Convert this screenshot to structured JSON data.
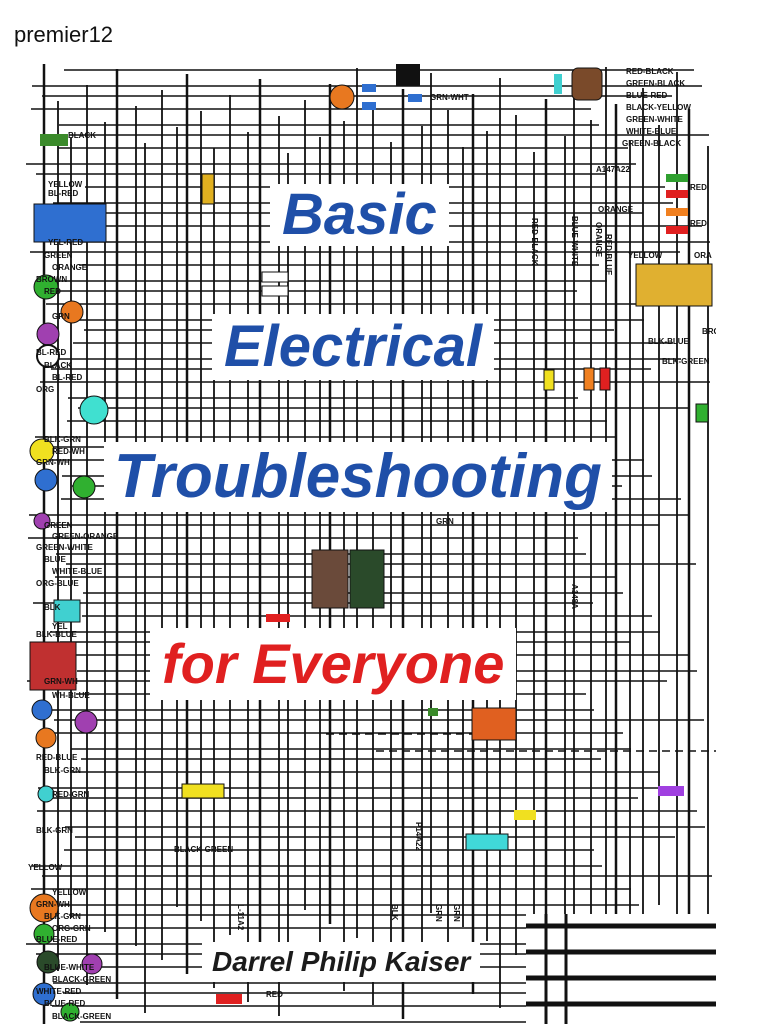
{
  "uploader": "premier12",
  "book": {
    "title_lines": [
      "Basic",
      "Electrical",
      "Troubleshooting",
      "for Everyone"
    ],
    "author": "Darrel Philip Kaiser"
  },
  "wire_labels_left": [
    "BLACK",
    "YELLOW",
    "BL-RED",
    "YEL-RED",
    "GREEN",
    "ORANGE",
    "BROWN",
    "RED",
    "GRN",
    "BL-RED",
    "BLACK",
    "BL-RED",
    "ORG",
    "BLK-GRN",
    "RED-WH",
    "GRN-WH",
    "GREEN",
    "GREEN-ORANGE",
    "GREEN-WHITE",
    "BLUE",
    "WHITE-BLUE",
    "ORG-BLUE",
    "BLK",
    "YEL",
    "BLK-BLUE",
    "GRN-WH",
    "WH-BLUE",
    "RED-BLUE",
    "BLK-GRN",
    "RED-GRN",
    "BLK-GRN",
    "YELLOW",
    "YELLOW",
    "GRN-WH",
    "BLK-GRN",
    "ORG-GRN",
    "BLUE-RED",
    "BLUE-WHITE",
    "BLACK-GREEN",
    "WHITE-RED",
    "BLUE-RED",
    "BLACK-GREEN"
  ],
  "wire_labels_right": [
    "RED-BLACK",
    "GREEN-BLACK",
    "BLUE-RED",
    "BLACK-YELLOW",
    "GREEN-WHITE",
    "WHITE-BLUE",
    "GREEN-BLACK",
    "A147A22",
    "RED",
    "ORANGE",
    "RED",
    "YELLOW",
    "ORA",
    "BROWN",
    "BLK-BLUE",
    "BLK-GREEN"
  ],
  "wire_labels_center": [
    "GRN-WHT",
    "RED-BLACK",
    "BLUE-WHITE",
    "ORANGE",
    "RED-BLUE",
    "GRN",
    "A148A",
    "P14A22",
    "BLACK-GREEN",
    "L-11A2",
    "BLK",
    "GRN",
    "GRN",
    "RED"
  ]
}
